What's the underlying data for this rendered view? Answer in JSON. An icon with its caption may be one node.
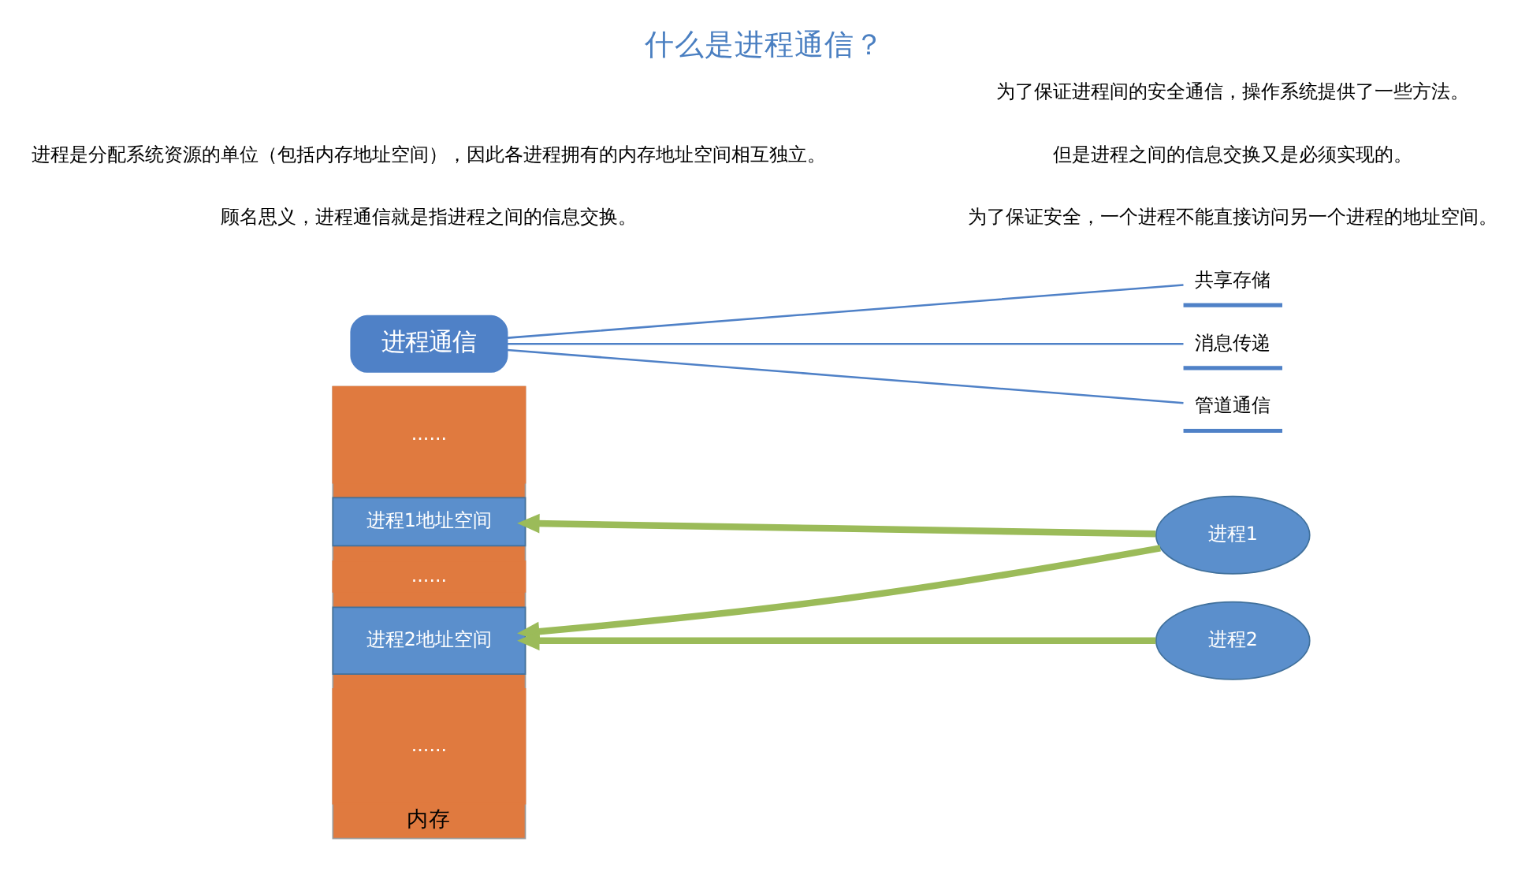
{
  "diagram": {
    "title": "什么是进程通信？",
    "nodes": [
      {
        "text": [
          "内存"
        ]
      },
      {
        "text": [
          "......"
        ],
        "in": 0
      },
      {
        "text": [
          "进程1地址空间"
        ],
        "in": 0
      },
      {
        "text": [
          "......"
        ],
        "in": 0
      },
      {
        "text": [
          "进程2地址空间"
        ],
        "in": 0
      },
      {
        "text": [
          "......"
        ],
        "in": 0
      },
      {
        "text": [
          "进程1"
        ]
      },
      {
        "text": [
          "进程2"
        ]
      },
      {
        "text": [
          "进程通信"
        ]
      },
      {
        "text": [
          "共享存储"
        ]
      },
      {
        "text": [
          "消息传递"
        ]
      },
      {
        "text": [
          "管道通信"
        ]
      }
    ],
    "edges": [
      {
        "from": 6,
        "to": 2,
        "arrow": "to",
        "style": "thick"
      },
      {
        "from": 6,
        "to": 4,
        "arrow": "to",
        "style": "thick"
      },
      {
        "from": 7,
        "to": 4,
        "arrow": "to",
        "style": "thick"
      },
      {
        "from": 8,
        "to": 9,
        "arrow": "none",
        "color": "#4f81c7"
      },
      {
        "from": 8,
        "to": 10,
        "arrow": "none",
        "color": "#4f81c7"
      },
      {
        "from": 8,
        "to": 11,
        "arrow": "none",
        "color": "#4f81c7"
      }
    ],
    "labels": [
      "顾名思义，进程通信就是指进程之间的信息交换。",
      "进程是分配系统资源的单位（包括内存地址空间），因此各进程拥有的内存地址空间相互独立。",
      "为了保证安全，一个进程不能直接访问另一个进程的地址空间。",
      "但是进程之间的信息交换又是必须实现的。",
      "为了保证进程间的安全通信，操作系统提供了一些方法。"
    ]
  }
}
